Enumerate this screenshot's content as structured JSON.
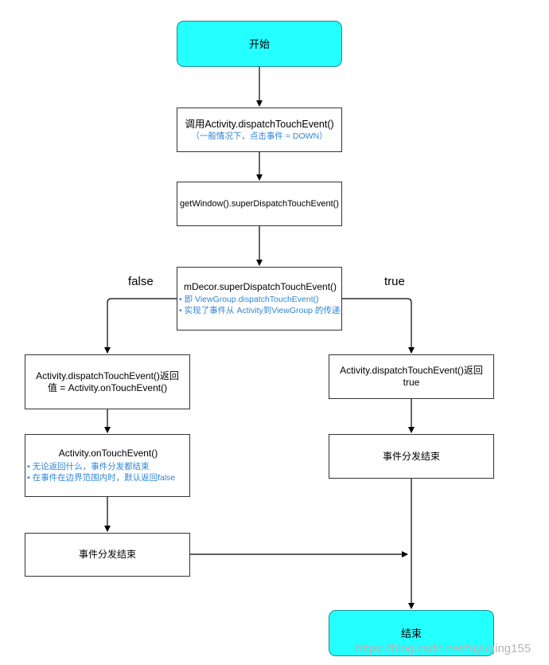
{
  "nodes": {
    "start": "开始",
    "call_dispatch": {
      "main": "调用Activity.dispatchTouchEvent()",
      "note": "（一般情况下，点击事件 = DOWN）"
    },
    "get_window": "getWindow().superDispatchTouchEvent()",
    "mdecor": {
      "main": "mDecor.superDispatchTouchEvent()",
      "notes": [
        "• 即 ViewGroup.dispatchTouchEvent()",
        "• 实现了事件从 Activity到ViewGroup 的传递"
      ]
    },
    "false_result": {
      "line1": "Activity.dispatchTouchEvent()返回",
      "line2": "值 = Activity.onTouchEvent()"
    },
    "true_result": {
      "line1": "Activity.dispatchTouchEvent()返回",
      "line2": "true"
    },
    "on_touch": {
      "main": "Activity.onTouchEvent()",
      "notes": [
        "• 无论返回什么，事件分发都结束",
        "• 在事件在边界范围内时，默认返回false"
      ]
    },
    "dispatch_end_left": "事件分发结束",
    "dispatch_end_right": "事件分发结束",
    "end": "结束"
  },
  "edge_labels": {
    "false": "false",
    "true": "true"
  },
  "watermark": "https://blog.csdn.net/fuyuqing155",
  "colors": {
    "terminal_fill": "#24ffff",
    "note_text": "#2f86d6",
    "line": "#000000"
  }
}
